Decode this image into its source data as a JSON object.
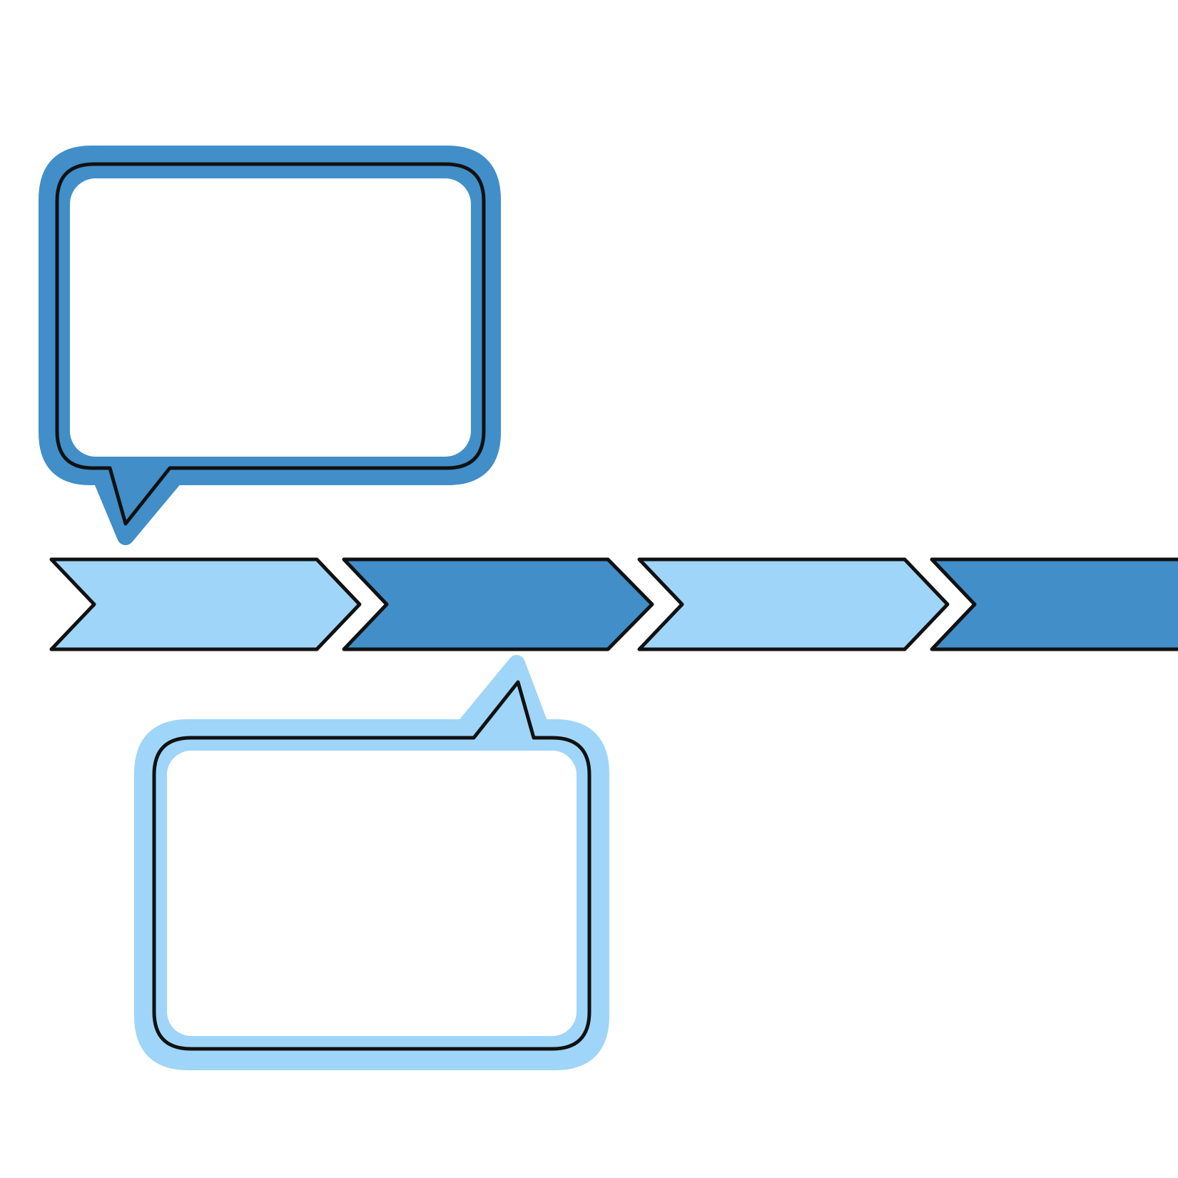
{
  "colors": {
    "background": "#ffffff",
    "dark_blue": "#418ec9",
    "light_blue": "#9fd5f8",
    "outline": "#111111"
  },
  "timeline": {
    "segments": [
      {
        "id": "segment-1",
        "fill": "light_blue",
        "label": ""
      },
      {
        "id": "segment-2",
        "fill": "dark_blue",
        "label": ""
      },
      {
        "id": "segment-3",
        "fill": "light_blue",
        "label": ""
      },
      {
        "id": "segment-4",
        "fill": "dark_blue",
        "label": ""
      }
    ]
  },
  "callouts": [
    {
      "id": "callout-top",
      "color": "dark_blue",
      "text": ""
    },
    {
      "id": "callout-bottom",
      "color": "light_blue",
      "text": ""
    }
  ]
}
